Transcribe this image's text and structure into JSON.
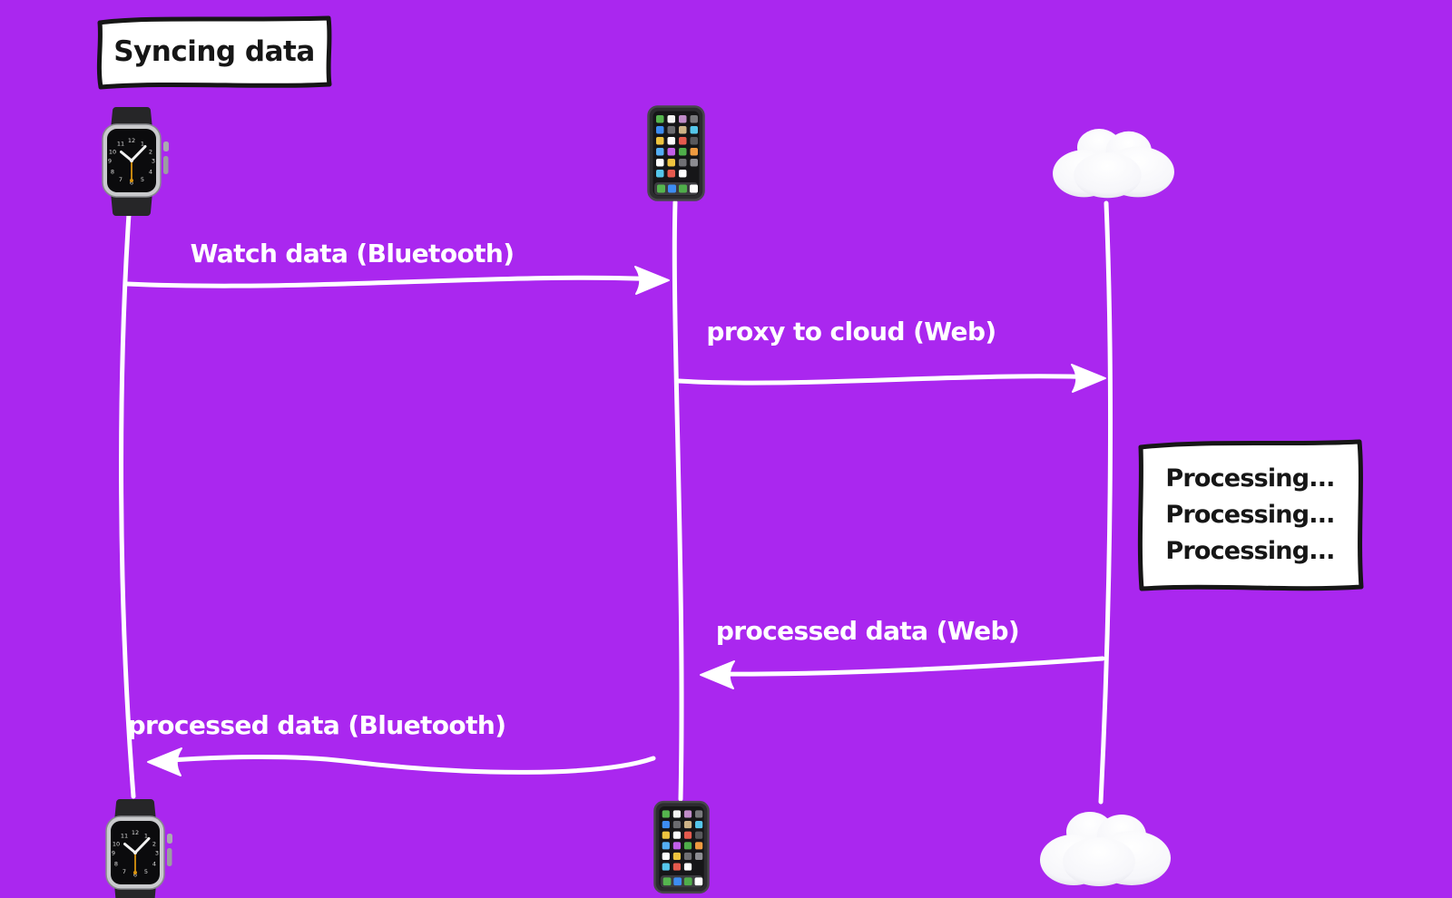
{
  "colors": {
    "background": "#AA27EF",
    "stroke": "#FFFFFF",
    "box_fill": "#FFFFFF",
    "box_border": "#161616",
    "box_text": "#161616",
    "label_text": "#FFFFFF"
  },
  "title": {
    "label": "Syncing data"
  },
  "actors": {
    "watch": {
      "name": "smartwatch",
      "icon": "apple-watch-emoji"
    },
    "phone": {
      "name": "smartphone",
      "icon": "mobile-phone-emoji"
    },
    "cloud": {
      "name": "cloud",
      "icon": "cloud-emoji"
    }
  },
  "messages": [
    {
      "label": "Watch data (Bluetooth)",
      "from": "watch",
      "to": "phone",
      "direction": "right"
    },
    {
      "label": "proxy to cloud (Web)",
      "from": "phone",
      "to": "cloud",
      "direction": "right"
    },
    {
      "label": "processed data (Web)",
      "from": "cloud",
      "to": "phone",
      "direction": "left"
    },
    {
      "label": "processed data (Bluetooth)",
      "from": "phone",
      "to": "watch",
      "direction": "left"
    }
  ],
  "note": {
    "lines": [
      "Processing...",
      "Processing...",
      "Processing..."
    ]
  }
}
